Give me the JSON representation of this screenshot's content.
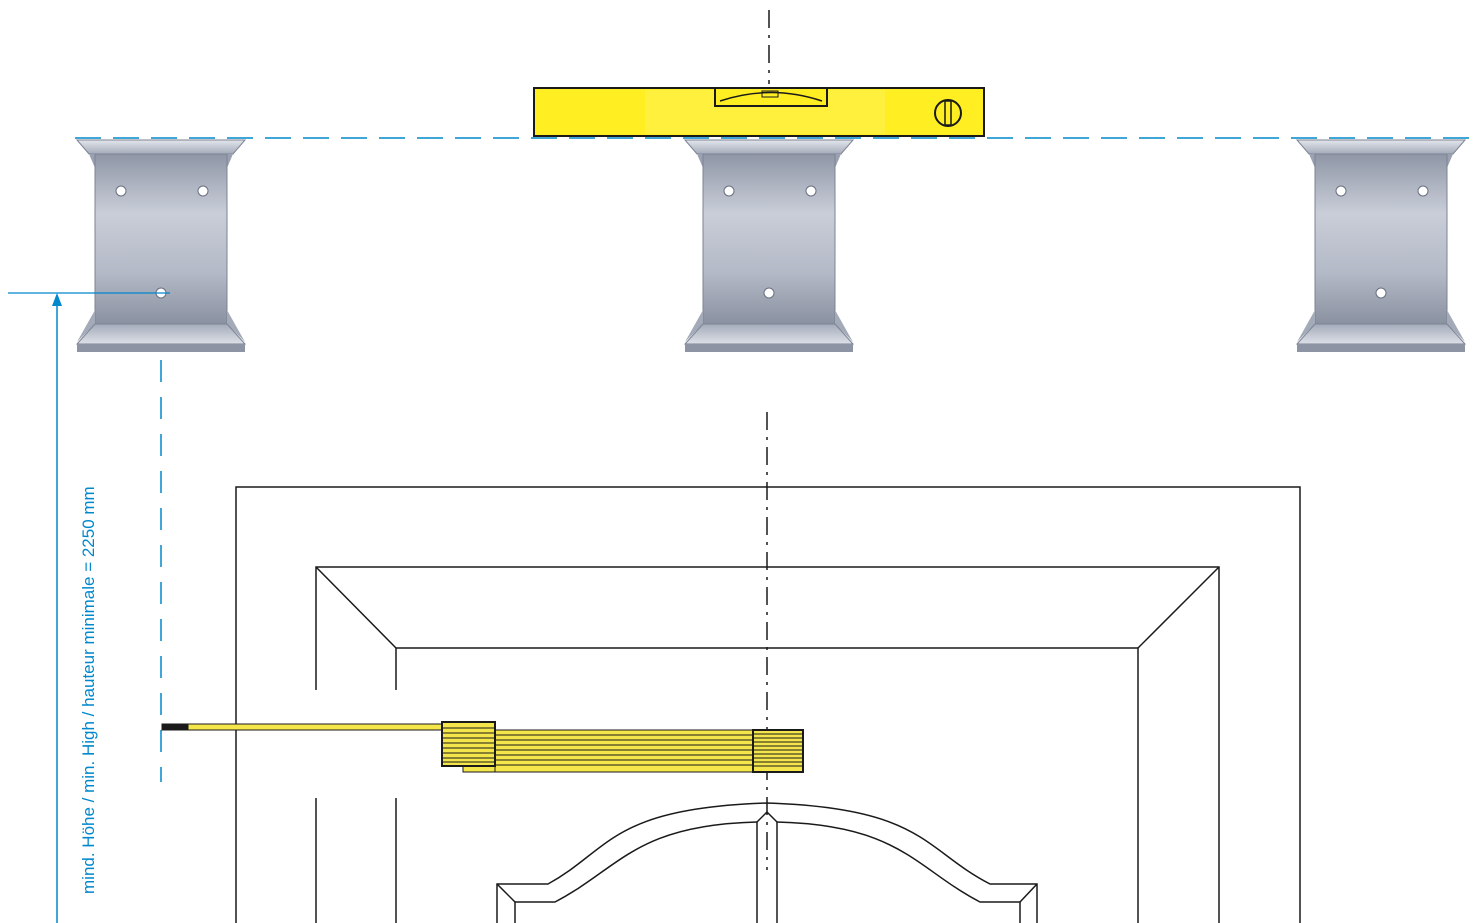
{
  "dimension": {
    "label": "mind. Höhe / min. High / hauteur minimale = 2250 mm",
    "color": "#0088cc"
  },
  "colors": {
    "level_yellow": "#ffee22",
    "ruler_yellow": "#f4e64a",
    "bracket_steel": "#b4bac8",
    "line_black": "#1a1a1a"
  },
  "brackets": [
    {
      "name": "bracket-left"
    },
    {
      "name": "bracket-center"
    },
    {
      "name": "bracket-right"
    }
  ],
  "icons": {
    "spirit_level": "spirit-level-icon",
    "folding_ruler": "folding-ruler-icon"
  }
}
